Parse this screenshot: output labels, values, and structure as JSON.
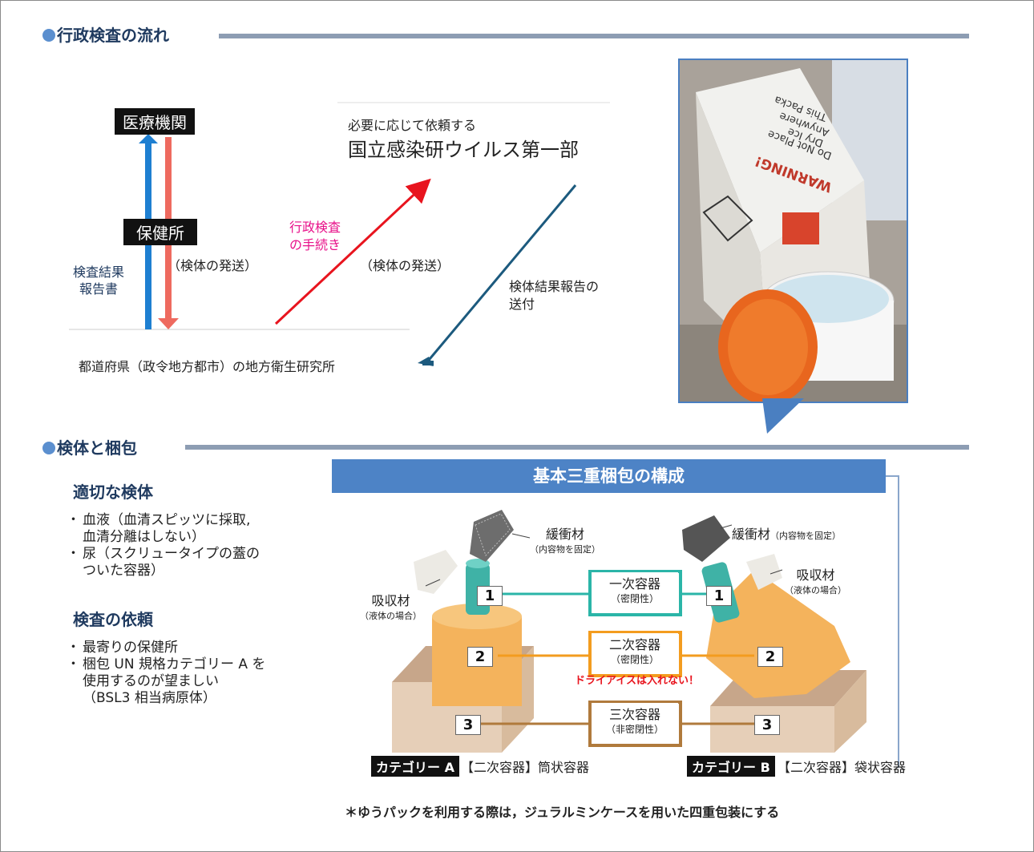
{
  "section1": {
    "title": "行政検査の流れ"
  },
  "flow": {
    "medical": "医療機関",
    "health_center": "保健所",
    "result_report": [
      "検査結果",
      "報告書"
    ],
    "specimen_send_left": "（検体の発送）",
    "admin_procedure": [
      "行政検査",
      "の手続き"
    ],
    "request_note": "必要に応じて依頼する",
    "niid": "国立感染研ウイルス第一部",
    "specimen_send_mid": "（検体の発送）",
    "result_send": [
      "検体結果報告の",
      "送付"
    ],
    "local_institute": "都道府県（政令地方都市）の地方衛生研究所"
  },
  "photo": {
    "box_text": [
      "WARNING!",
      "Do Not Place",
      "Dry Ice",
      "Anywhere",
      "This Packa"
    ]
  },
  "section2": {
    "title": "検体と梱包"
  },
  "proper_specimen": {
    "heading": "適切な検体",
    "items": [
      "血液（血清スピッツに採取,\n血清分離はしない）",
      "尿（スクリュータイプの蓋の\nついた容器）"
    ]
  },
  "request": {
    "heading": "検査の依頼",
    "items": [
      "最寄りの保健所",
      "梱包 UN 規格カテゴリー A を\n使用するのが望ましい\n（BSL3 相当病原体）"
    ]
  },
  "diagram": {
    "title": "基本三重梱包の構成",
    "cushion_left": "緩衝材",
    "cushion_left_note": "（内容物を固定）",
    "cushion_right": "緩衝材",
    "cushion_right_note": "（内容物を固定）",
    "absorbent_left": "吸収材",
    "absorbent_left_note": "（液体の場合）",
    "absorbent_right": "吸収材",
    "absorbent_right_note": "（液体の場合）",
    "primary": "一次容器",
    "primary_note": "（密閉性）",
    "secondary": "二次容器",
    "secondary_note": "（密閉性）",
    "tertiary": "三次容器",
    "tertiary_note": "（非密閉性）",
    "no_dry_ice": "ドライアイスは入れない！",
    "num1": "1",
    "num2": "2",
    "num3": "3",
    "cat_a_label": "カテゴリー A",
    "cat_a_text": "【二次容器】筒状容器",
    "cat_b_label": "カテゴリー B",
    "cat_b_text": "【二次容器】袋状容器"
  },
  "footnote": "＊ゆうパックを利用する際は，ジュラルミンケースを用いた四重包装にする",
  "colors": {
    "accent": "#5b8fcf",
    "rule": "#8d9db3",
    "heading": "#1f3a5f",
    "primary": "#2bb5a8",
    "secondary": "#f39c1f",
    "tertiary": "#b07a3c",
    "up_arrow": "#1e7fd1",
    "down_arrow": "#ee6a5f"
  }
}
